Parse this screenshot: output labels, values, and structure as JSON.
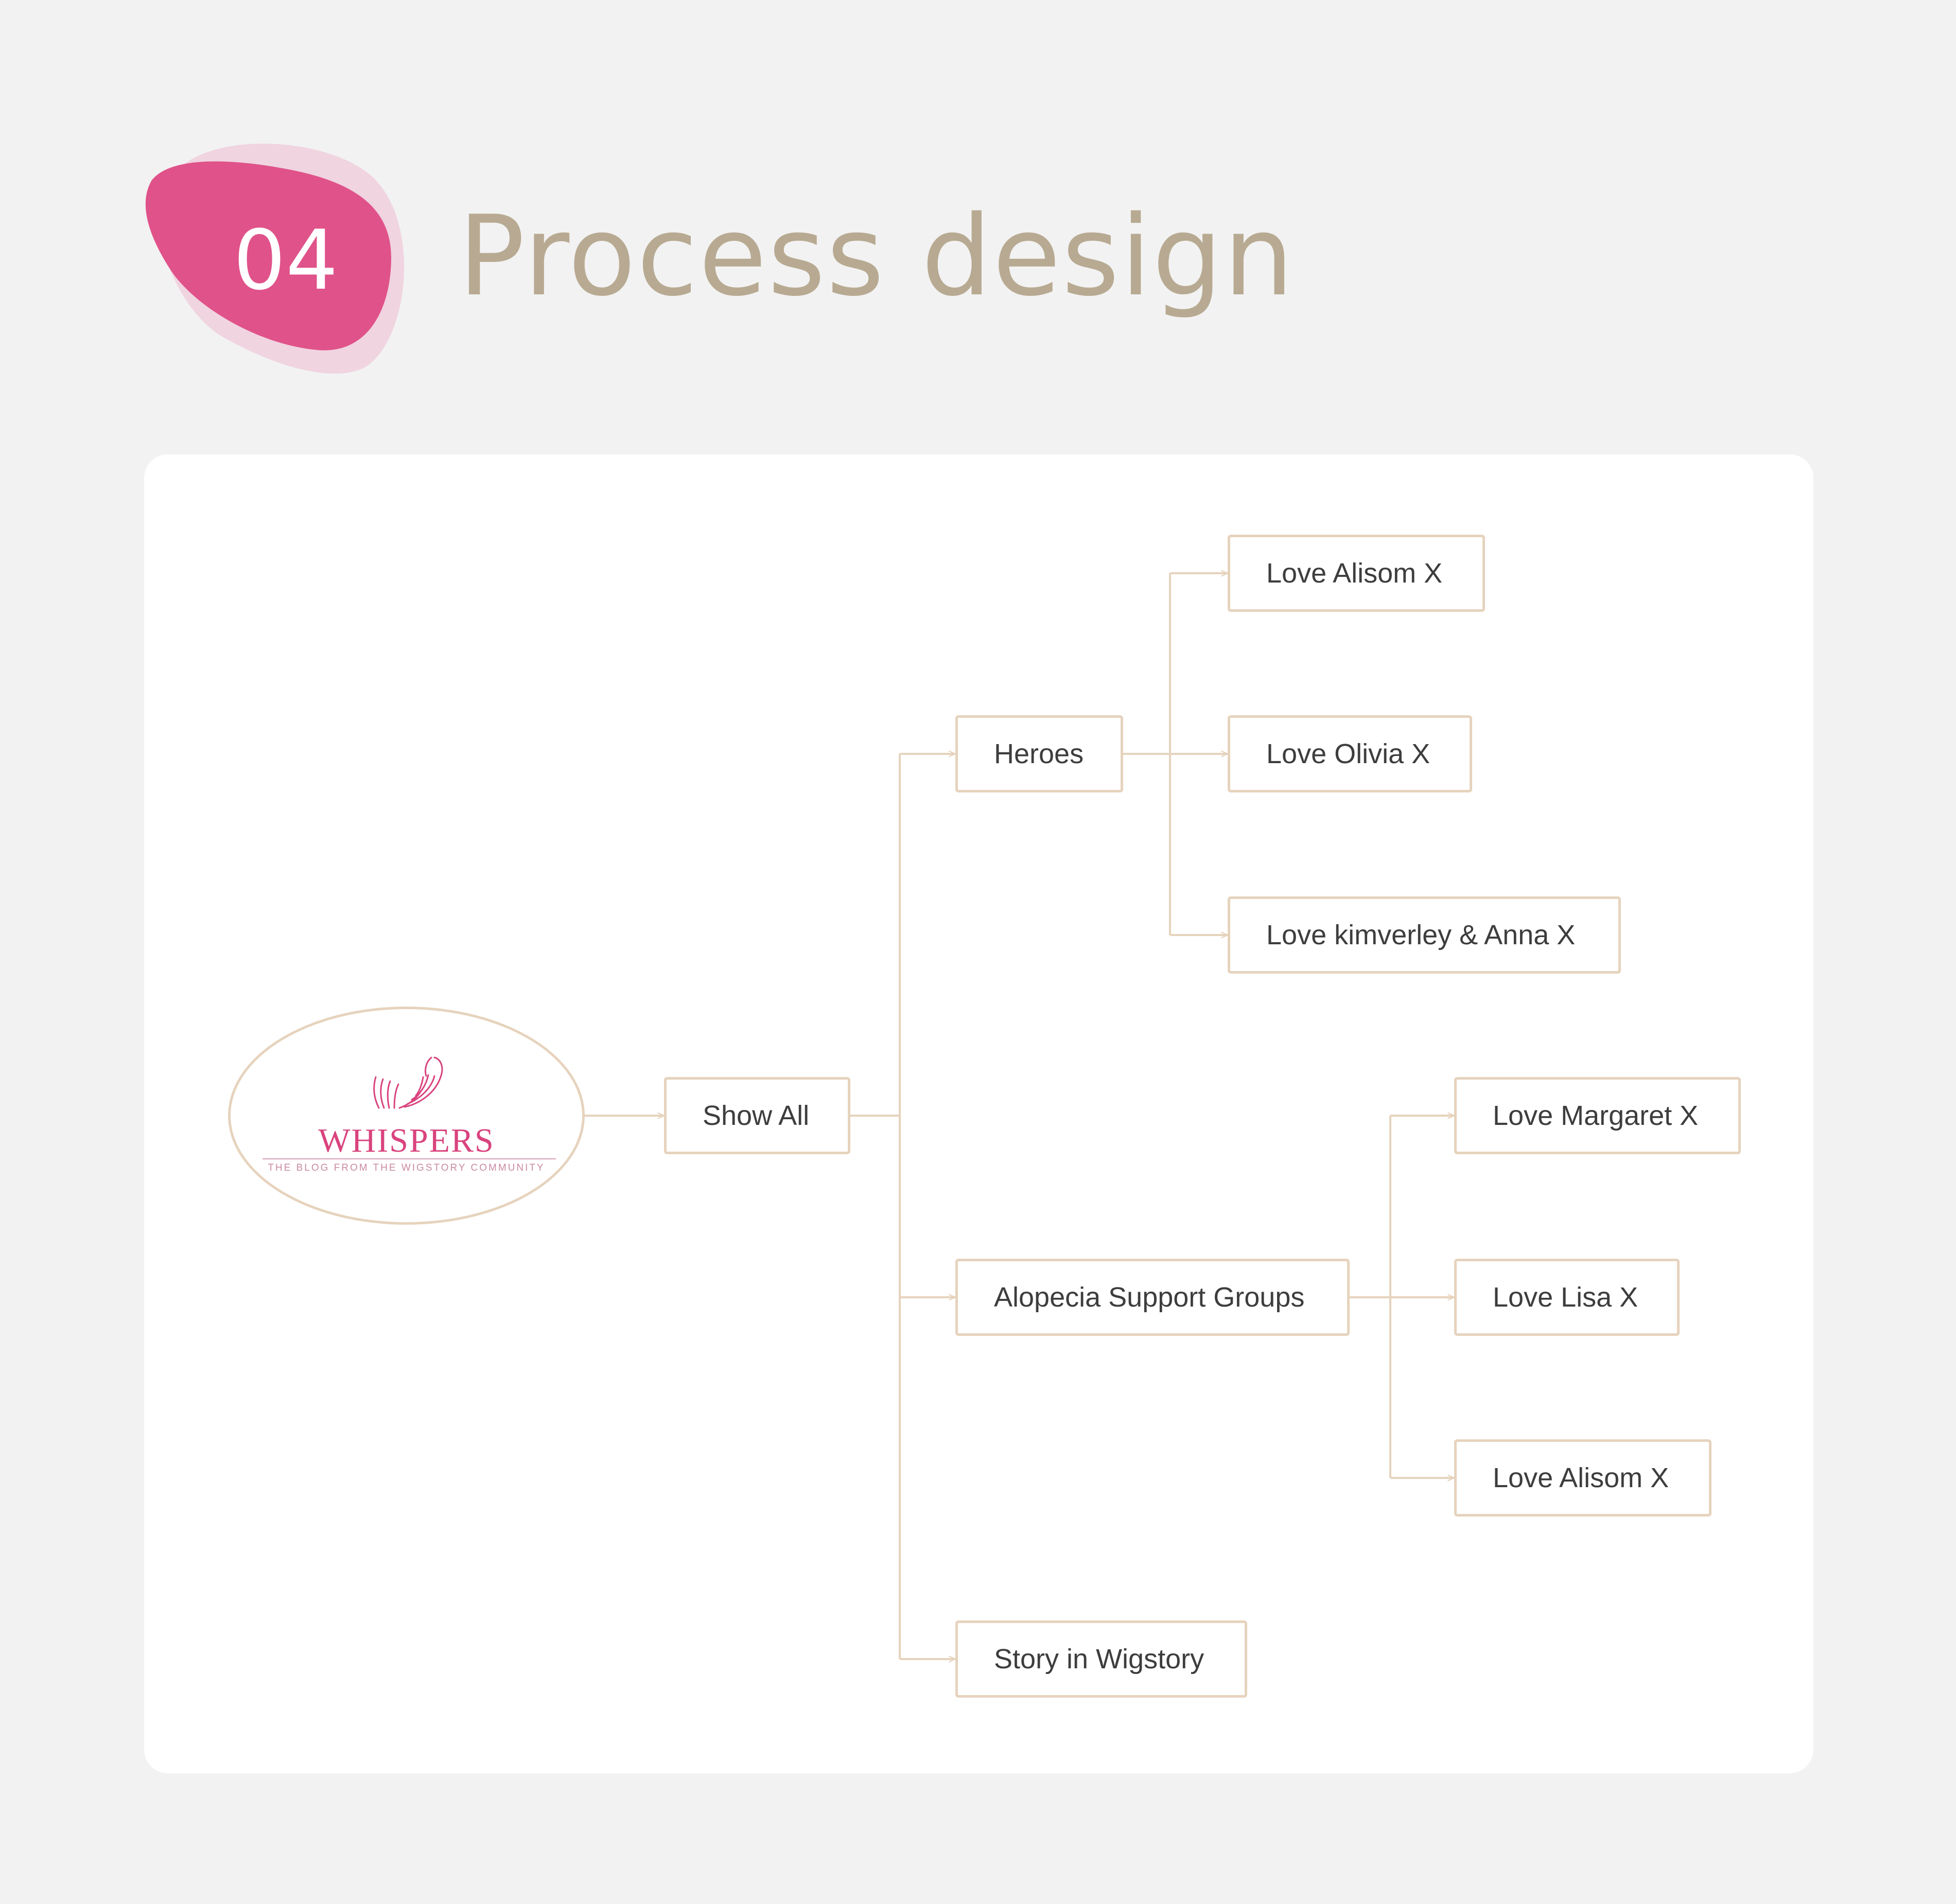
{
  "header": {
    "section_number": "04",
    "title": "Process design"
  },
  "colors": {
    "background": "#f2f2f2",
    "badge_pink": "#e0528a",
    "badge_shadow": "#f0d4e0",
    "title_color": "#b8aa92",
    "connector": "#e6d3bd",
    "logo_pink": "#d9437e"
  },
  "diagram": {
    "root": {
      "logo_word": "WHISPERS",
      "logo_tagline": "THE BLOG FROM THE WIGSTORY COMMUNITY",
      "logo_icon": "feather-hand-icon"
    },
    "level1": {
      "label": "Show All"
    },
    "level2": [
      {
        "label": "Heroes"
      },
      {
        "label": "Alopecia Support Groups"
      },
      {
        "label": "Story in Wigstory"
      }
    ],
    "heroes_children": [
      {
        "label": "Love Alisom X"
      },
      {
        "label": "Love Olivia X"
      },
      {
        "label": "Love kimverley & Anna X"
      }
    ],
    "support_children": [
      {
        "label": "Love Margaret X"
      },
      {
        "label": "Love Lisa X"
      },
      {
        "label": "Love Alisom X"
      }
    ]
  }
}
